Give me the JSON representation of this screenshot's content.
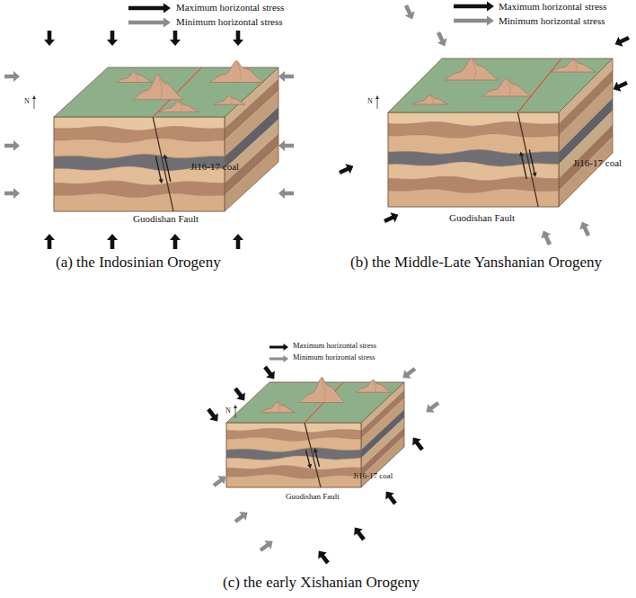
{
  "diagram": {
    "labels": [
      "N",
      "Ji16-17 coal",
      "Guodishan Fault",
      "(a) the Indosinian Orogeny",
      "N",
      "Ji16-17 coal",
      "Guodishan Fault",
      "(b) the Middle-Late Yanshanian Orogeny",
      "N",
      "Ji16-17 coal",
      "Guodishan Fault",
      "(c) the early Xishanian Orogeny"
    ],
    "legend": [
      {
        "text": "Maximum horizontal stress"
      },
      {
        "text": "Minimum horizontal stress"
      },
      {
        "text": "Maximum horizontal stress"
      },
      {
        "text": "Minimum horizontal stress"
      },
      {
        "text": "Maximum horizontal stress"
      },
      {
        "text": "Minimum horizontal stress"
      }
    ]
  }
}
